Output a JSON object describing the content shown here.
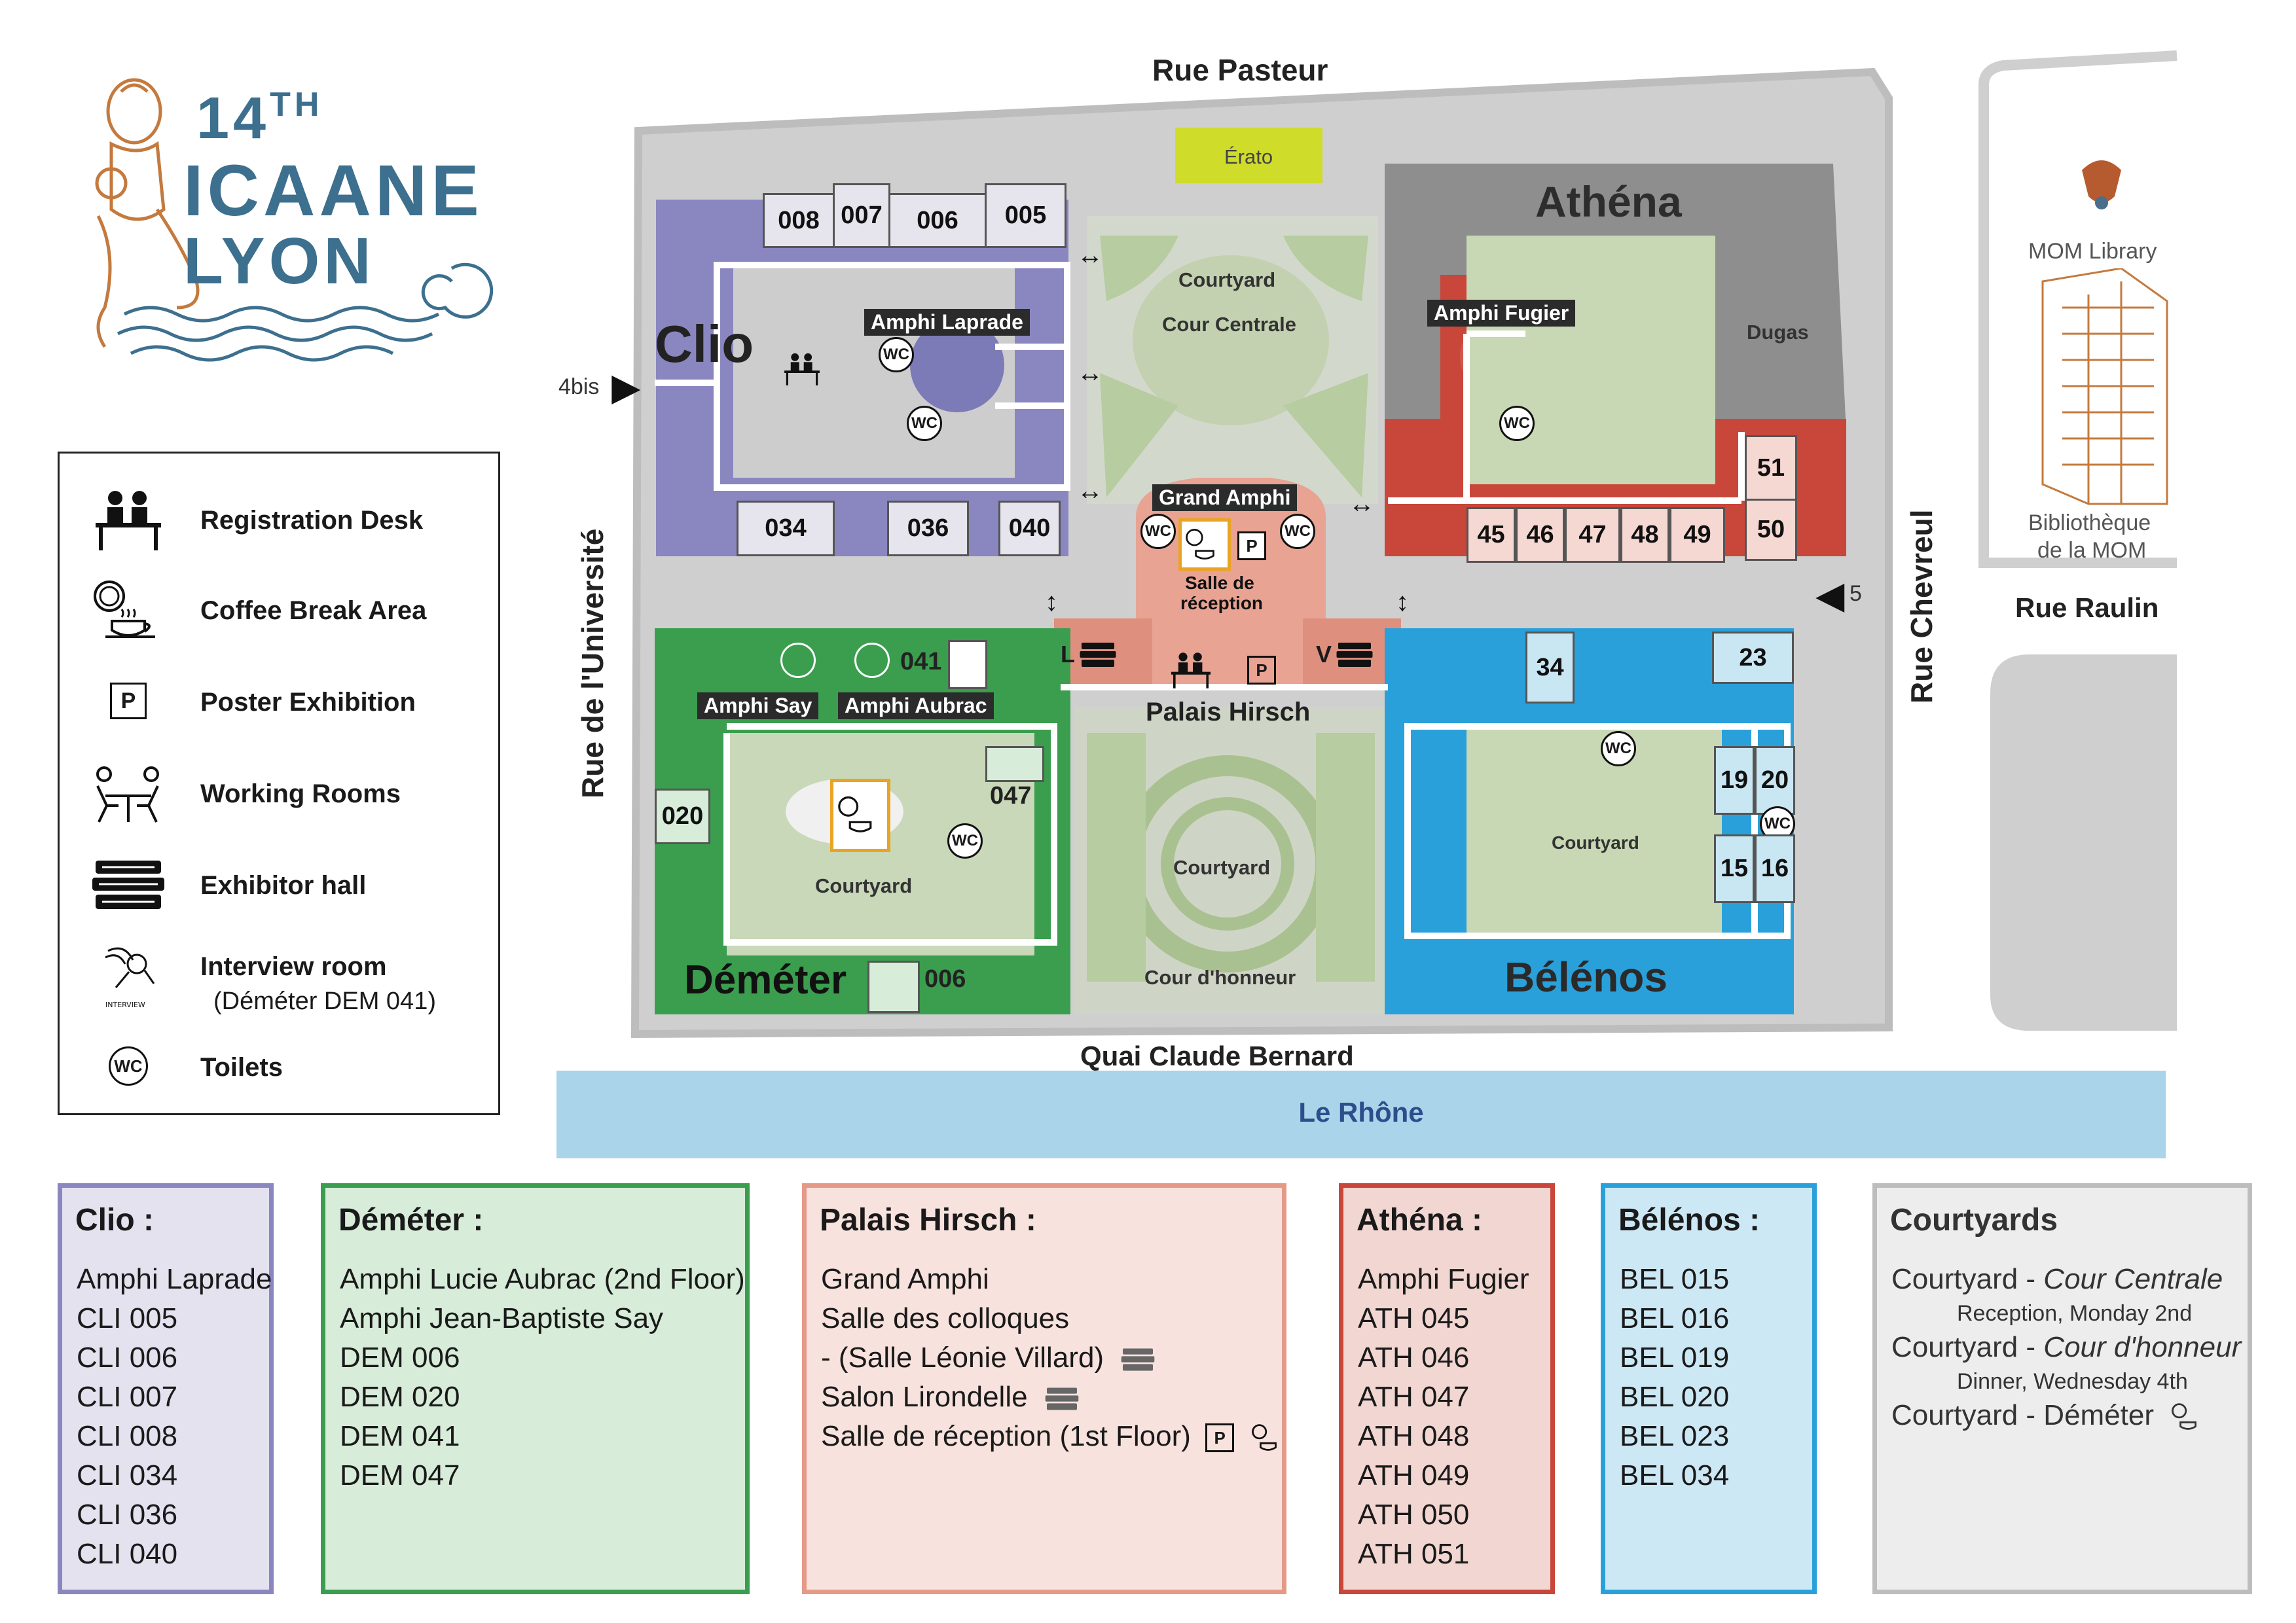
{
  "logo": {
    "line1": "14",
    "sup": "TH",
    "line2": "ICAANE",
    "line3": "LYON"
  },
  "streets": {
    "north": "Rue Pasteur",
    "west": "Rue de l'Université",
    "east": "Rue Chevreul",
    "south": "Quai Claude Bernard",
    "northeast": "Rue Raulin",
    "river": "Le Rhône",
    "entrance_west": "4bis",
    "entrance_east": "5"
  },
  "library": {
    "line1": "MOM Library",
    "line2": "Bibliothèque",
    "line3": "de la MOM"
  },
  "legend": [
    {
      "icon": "registration-desk-icon",
      "label": "Registration Desk"
    },
    {
      "icon": "coffee-break-icon",
      "label": "Coffee Break Area"
    },
    {
      "icon": "poster-icon",
      "label": "Poster Exhibition"
    },
    {
      "icon": "working-rooms-icon",
      "label": "Working Rooms"
    },
    {
      "icon": "exhibitor-hall-icon",
      "label": "Exhibitor hall"
    },
    {
      "icon": "interview-icon",
      "label": "Interview room",
      "sub": "(Déméter DEM 041)"
    },
    {
      "icon": "toilets-icon",
      "label": "Toilets"
    }
  ],
  "icons": {
    "wc": "WC",
    "poster": "P",
    "interview_caption": "INTERVIEW",
    "library_l": "L",
    "library_v": "V"
  },
  "map": {
    "erato": "Érato",
    "clio": {
      "name": "Clio",
      "amphi": "Amphi Laprade",
      "rooms_top": [
        "008",
        "007",
        "006",
        "005"
      ],
      "rooms_bottom": [
        "034",
        "036",
        "040"
      ]
    },
    "athena": {
      "name": "Athéna",
      "amphi": "Amphi Fugier",
      "dugas": "Dugas",
      "rooms": [
        "45",
        "46",
        "47",
        "48",
        "49"
      ],
      "room51": "51",
      "room50": "50"
    },
    "hirsch": {
      "name": "Palais Hirsch",
      "amphi": "Grand Amphi",
      "reception_l1": "Salle de",
      "reception_l2": "réception"
    },
    "demeter": {
      "name": "Déméter",
      "amphi_say": "Amphi Say",
      "amphi_aubrac": "Amphi Aubrac",
      "room041": "041",
      "room047": "047",
      "room020": "020",
      "room006": "006",
      "courtyard": "Courtyard"
    },
    "belenos": {
      "name": "Bélénos",
      "room34": "34",
      "room23": "23",
      "room19": "19",
      "room20": "20",
      "room15": "15",
      "room16": "16",
      "courtyard": "Courtyard"
    },
    "centre": {
      "courtyard": "Courtyard",
      "cour_centrale": "Cour Centrale",
      "courtyard2": "Courtyard",
      "cour_honneur": "Cour d'honneur"
    }
  },
  "boxes": {
    "clio": {
      "title": "Clio :",
      "items": [
        "Amphi Laprade",
        "CLI 005",
        "CLI 006",
        "CLI 007",
        "CLI 008",
        "CLI 034",
        "CLI 036",
        "CLI 040"
      ]
    },
    "demeter": {
      "title": "Déméter :",
      "items": [
        "Amphi Lucie Aubrac (2nd Floor)",
        "Amphi Jean-Baptiste Say",
        "DEM 006",
        "DEM 020",
        "DEM 041",
        "DEM 047"
      ]
    },
    "hirsch": {
      "title": "Palais Hirsch :",
      "items": [
        "Grand Amphi",
        "Salle des colloques",
        "-      (Salle Léonie Villard)",
        "Salon Lirondelle",
        "Salle de réception (1st Floor)"
      ]
    },
    "athena": {
      "title": "Athéna :",
      "items": [
        "Amphi Fugier",
        "ATH 045",
        "ATH 046",
        "ATH 047",
        "ATH 048",
        "ATH 049",
        "ATH 050",
        "ATH 051"
      ]
    },
    "belenos": {
      "title": "Bélénos :",
      "items": [
        "BEL 015",
        "BEL 016",
        "BEL 019",
        "BEL 020",
        "BEL 023",
        "BEL 034"
      ]
    },
    "courtyards": {
      "title": "Courtyards",
      "c1": "Courtyard - ",
      "c1i": "Cour Centrale",
      "n1": "Reception, Monday 2nd",
      "c2": "Courtyard - ",
      "c2i": "Cour d'honneur",
      "n2": "Dinner, Wednesday 4th",
      "c3": "Courtyard - Déméter"
    }
  },
  "colors": {
    "clio": "#8a86c0",
    "demeter": "#3a9e4e",
    "hirsch": "#e59a88",
    "athena": "#c9463a",
    "belenos": "#2aa0da",
    "courtyards": "#bdbdbd",
    "logo": "#3d6f8e"
  }
}
